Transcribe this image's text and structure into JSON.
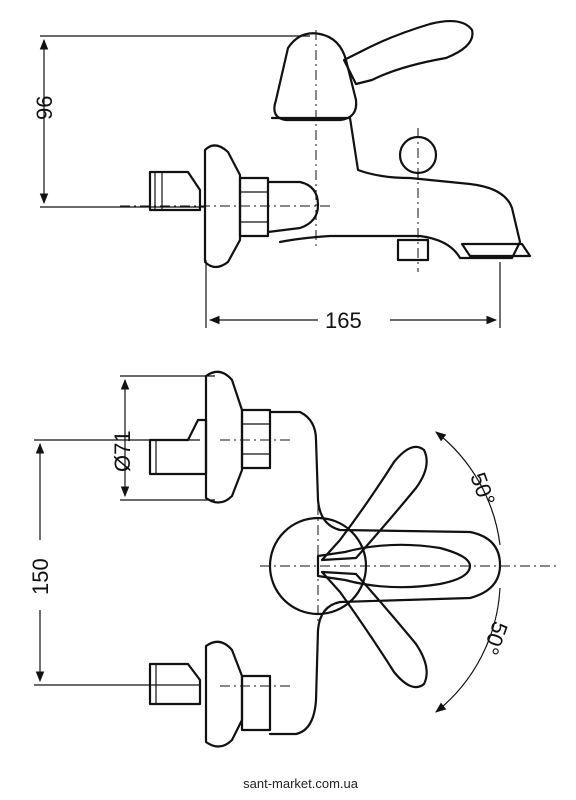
{
  "dimensions": {
    "height_top": "96",
    "width_spout": "165",
    "flange_diameter": "Ø71",
    "center_distance": "150",
    "rotation_upper": "50°",
    "rotation_lower": "50°"
  },
  "watermark": "sant-market.com.ua"
}
